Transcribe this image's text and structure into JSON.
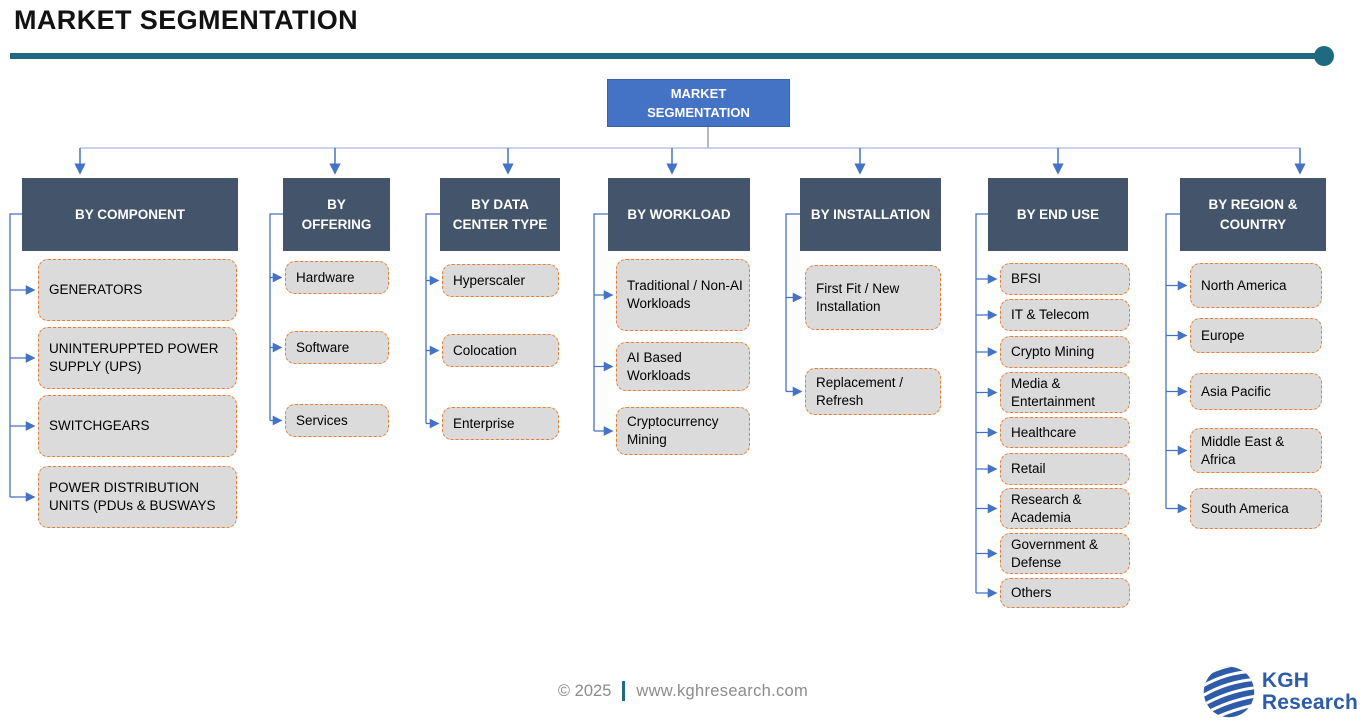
{
  "page": {
    "title": "MARKET SEGMENTATION"
  },
  "root": {
    "label": "MARKET SEGMENTATION"
  },
  "segments": [
    {
      "header": "BY COMPONENT",
      "items": [
        "GENERATORS",
        "UNINTERUPPTED POWER SUPPLY (UPS)",
        "SWITCHGEARS",
        "POWER DISTRIBUTION UNITS (PDUs & BUSWAYS"
      ]
    },
    {
      "header": "BY OFFERING",
      "items": [
        "Hardware",
        "Software",
        "Services"
      ]
    },
    {
      "header": "BY DATA CENTER TYPE",
      "items": [
        "Hyperscaler",
        "Colocation",
        "Enterprise"
      ]
    },
    {
      "header": "BY WORKLOAD",
      "items": [
        "Traditional / Non-AI Workloads",
        "AI Based Workloads",
        "Cryptocurrency Mining"
      ]
    },
    {
      "header": "BY INSTALLATION",
      "items": [
        "First Fit / New Installation",
        "Replacement / Refresh"
      ]
    },
    {
      "header": "BY END USE",
      "items": [
        "BFSI",
        "IT & Telecom",
        "Crypto Mining",
        "Media & Entertainment",
        "Healthcare",
        "Retail",
        "Research & Academia",
        "Government & Defense",
        "Others"
      ]
    },
    {
      "header": "BY REGION & COUNTRY",
      "items": [
        "North America",
        "Europe",
        "Asia Pacific",
        "Middle East & Africa",
        "South America"
      ]
    }
  ],
  "footer": {
    "copyright": "© 2025",
    "website": "www.kghresearch.com"
  },
  "logo": {
    "icon": "globe-icon",
    "line1": "KGH",
    "line2": "Research"
  },
  "colors": {
    "accent_teal": "#1E6A80",
    "root_node_blue": "#4472C4",
    "header_slate": "#44546A",
    "item_fill": "#DBDBDB",
    "item_border_orange": "#ED7D31",
    "connector_blue": "#4472C4",
    "connector_light": "#A7BBDE",
    "connector_gray": "#A6A6A6",
    "logo_blue": "#2E5CA8",
    "footer_text_gray": "#8C8C8C"
  }
}
